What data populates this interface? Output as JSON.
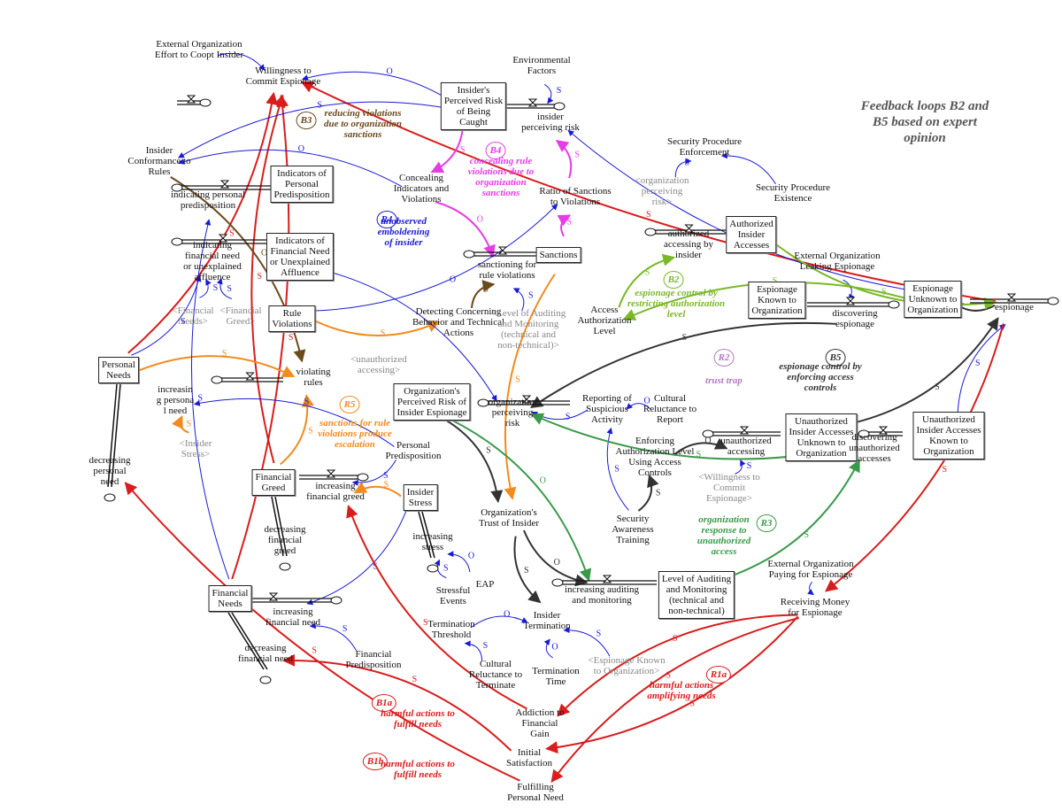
{
  "title": "Feedback loops B2 and\nB5 based on expert\nopinion",
  "colors": {
    "red": "#d91c1c",
    "blue": "#1a1ad6",
    "dark": "#333333",
    "green": "#3a9a4a",
    "lime": "#7ab828",
    "orange": "#f28a1e",
    "magenta": "#e63ce6",
    "brown": "#6b4a1c",
    "purple": "#b07ac0",
    "gray": "#888888"
  },
  "nodes": [
    {
      "id": "ext_coopt",
      "label": "External Organization\nEffort to Coopt Insider",
      "type": "text"
    },
    {
      "id": "willingness",
      "label": "Willingness to\nCommit Espionage",
      "type": "text"
    },
    {
      "id": "env_factors",
      "label": "Environmental\nFactors",
      "type": "text"
    },
    {
      "id": "perceived_risk_caught",
      "label": "Insider's\nPerceived Risk\nof Being\nCaught",
      "type": "box"
    },
    {
      "id": "insider_perceiving_risk",
      "label": "insider\nperceiving risk",
      "type": "text"
    },
    {
      "id": "conformance",
      "label": "Insider\nConformance to\nRules",
      "type": "text"
    },
    {
      "id": "indicating_personal",
      "label": "indicating personal\npredisposition",
      "type": "text"
    },
    {
      "id": "indicators_personal",
      "label": "Indicators of\nPersonal\nPredisposition",
      "type": "box"
    },
    {
      "id": "concealing",
      "label": "Concealing\nIndicators and\nViolations",
      "type": "text"
    },
    {
      "id": "ratio_sanctions",
      "label": "Ratio of Sanctions\nto Violations",
      "type": "text"
    },
    {
      "id": "sec_proc_enf",
      "label": "Security Procedure\nEnforcement",
      "type": "text"
    },
    {
      "id": "org_perc_risk_ref",
      "label": "<organization\nperceiving\nrisk>",
      "type": "gray"
    },
    {
      "id": "sec_proc_exist",
      "label": "Security Procedure\nExistence",
      "type": "text"
    },
    {
      "id": "indicating_fin",
      "label": "indicating\nfinancial need\nor unexplained\naffluence",
      "type": "text"
    },
    {
      "id": "indicators_fin",
      "label": "Indicators of\nFinancial Need\nor Unexplained\nAffluence",
      "type": "box"
    },
    {
      "id": "fin_needs_ref",
      "label": "<Financial\nNeeds>",
      "type": "gray"
    },
    {
      "id": "fin_greed_ref",
      "label": "<Financial\nGreed>",
      "type": "gray"
    },
    {
      "id": "sanctioning",
      "label": "sanctioning for\nrule violations",
      "type": "text"
    },
    {
      "id": "sanctions",
      "label": "Sanctions",
      "type": "box"
    },
    {
      "id": "authorized_accessing",
      "label": "authorized\naccessing by\ninsider",
      "type": "text"
    },
    {
      "id": "authorized_accesses",
      "label": "Authorized\nInsider\nAccesses",
      "type": "box"
    },
    {
      "id": "ext_leaking",
      "label": "External Organization\nLeaking Espionage",
      "type": "text"
    },
    {
      "id": "esp_known",
      "label": "Espionage\nKnown to\nOrganization",
      "type": "box"
    },
    {
      "id": "discovering_esp",
      "label": "discovering\nespionage",
      "type": "text"
    },
    {
      "id": "esp_unknown",
      "label": "Espionage\nUnknown to\nOrganization",
      "type": "box"
    },
    {
      "id": "espionage",
      "label": "espionage",
      "type": "text"
    },
    {
      "id": "rule_violations",
      "label": "Rule\nViolations",
      "type": "box"
    },
    {
      "id": "detecting",
      "label": "Detecting Concerning\nBehavior and Technical\nActions",
      "type": "text"
    },
    {
      "id": "level_aud_ref",
      "label": "<Level of Auditing\nand Monitoring\n(technical and\nnon-technical)>",
      "type": "gray"
    },
    {
      "id": "access_auth",
      "label": "Access\nAuthorization\nLevel",
      "type": "text"
    },
    {
      "id": "personal_needs",
      "label": "Personal\nNeeds",
      "type": "box"
    },
    {
      "id": "increasing_pn",
      "label": "increasin\ng persona\nl need",
      "type": "text"
    },
    {
      "id": "violating_rules",
      "label": "violating\nrules",
      "type": "text"
    },
    {
      "id": "unauth_acc_ref",
      "label": "<unauthorized\naccessing>",
      "type": "gray"
    },
    {
      "id": "org_perc_risk_esp",
      "label": "Organization's\nPerceived Risk of\nInsider Espionage",
      "type": "box"
    },
    {
      "id": "org_perceiving_risk",
      "label": "organization\nperceiving\nrisk",
      "type": "text"
    },
    {
      "id": "reporting",
      "label": "Reporting of\nSuspicious\nActivity",
      "type": "text"
    },
    {
      "id": "cultural_report",
      "label": "Cultural\nReluctance to\nReport",
      "type": "text"
    },
    {
      "id": "insider_stress_ref",
      "label": "<Insider\nStress>",
      "type": "gray"
    },
    {
      "id": "personal_predisp",
      "label": "Personal\nPredisposition",
      "type": "text"
    },
    {
      "id": "enforcing_auth",
      "label": "Enforcing\nAuthorization Level\nUsing Access\nControls",
      "type": "text"
    },
    {
      "id": "unauth_accessing",
      "label": "unauthorized\naccessing",
      "type": "text"
    },
    {
      "id": "unauth_unknown",
      "label": "Unauthorized\nInsider Accesses\nUnknown to\nOrganization",
      "type": "box"
    },
    {
      "id": "discovering_unauth",
      "label": "discovering\nunauthorized\naccesses",
      "type": "text"
    },
    {
      "id": "unauth_known",
      "label": "Unauthorized\nInsider Accesses\nKnown to\nOrganization",
      "type": "box"
    },
    {
      "id": "decreasing_pn",
      "label": "decreasing\npersonal\nneed",
      "type": "text"
    },
    {
      "id": "financial_greed",
      "label": "Financial\nGreed",
      "type": "box"
    },
    {
      "id": "increasing_fg",
      "label": "increasing\nfinancial greed",
      "type": "text"
    },
    {
      "id": "insider_stress",
      "label": "Insider\nStress",
      "type": "box"
    },
    {
      "id": "willingness_ref",
      "label": "<Willingness to\nCommit\nEspionage>",
      "type": "gray"
    },
    {
      "id": "org_trust",
      "label": "Organization's\nTrust of Insider",
      "type": "text"
    },
    {
      "id": "sec_aware",
      "label": "Security\nAwareness\nTraining",
      "type": "text"
    },
    {
      "id": "decreasing_fg",
      "label": "decreasing\nfinancial\ngreed",
      "type": "text"
    },
    {
      "id": "increasing_stress",
      "label": "increasing\nstress",
      "type": "text"
    },
    {
      "id": "eap",
      "label": "EAP",
      "type": "text"
    },
    {
      "id": "stressful_events",
      "label": "Stressful\nEvents",
      "type": "text"
    },
    {
      "id": "increasing_aud",
      "label": "increasing auditing\nand monitoring",
      "type": "text"
    },
    {
      "id": "level_aud",
      "label": "Level of Auditing\nand Monitoring\n(technical and\nnon-technical)",
      "type": "box"
    },
    {
      "id": "ext_paying",
      "label": "External Organization\nPaying for Espionage",
      "type": "text"
    },
    {
      "id": "receiving_money",
      "label": "Receiving Money\nfor Espionage",
      "type": "text"
    },
    {
      "id": "financial_needs",
      "label": "Financial\nNeeds",
      "type": "box"
    },
    {
      "id": "increasing_fn",
      "label": "increasing\nfinancial need",
      "type": "text"
    },
    {
      "id": "decreasing_fn",
      "label": "decreasing\nfinancial need",
      "type": "text"
    },
    {
      "id": "fin_predisp",
      "label": "Financial\nPredisposition",
      "type": "text"
    },
    {
      "id": "term_threshold",
      "label": "Termination\nThreshold",
      "type": "text"
    },
    {
      "id": "insider_term",
      "label": "Insider\nTermination",
      "type": "text"
    },
    {
      "id": "cultural_term",
      "label": "Cultural\nReluctance to\nTerminate",
      "type": "text"
    },
    {
      "id": "term_time",
      "label": "Termination\nTime",
      "type": "text"
    },
    {
      "id": "esp_known_ref",
      "label": "<Espionage Known\nto Organization>",
      "type": "gray"
    },
    {
      "id": "addiction",
      "label": "Addiction to\nFinancial\nGain",
      "type": "text"
    },
    {
      "id": "initial_sat",
      "label": "Initial\nSatisfaction",
      "type": "text"
    },
    {
      "id": "fulfilling",
      "label": "Fulfilling\nPersonal Need",
      "type": "text"
    }
  ],
  "loops": [
    {
      "id": "B3",
      "text": "reducing violations\ndue to organization\nsanctions",
      "color": "brown"
    },
    {
      "id": "B4",
      "text": "concealing rule\nviolations due to\norganization\nsanctions",
      "color": "magenta"
    },
    {
      "id": "R4",
      "text": "unobserved\nemboldening\nof insider",
      "color": "blue"
    },
    {
      "id": "B2",
      "text": "espionage control by\nrestricting authorization\nlevel",
      "color": "lime"
    },
    {
      "id": "R2",
      "text": "trust trap",
      "color": "purple"
    },
    {
      "id": "B5",
      "text": "espionage control by\nenforcing access\ncontrols",
      "color": "dark"
    },
    {
      "id": "R5",
      "text": "sanctions for rule\nviolations produce\nescalation",
      "color": "orange"
    },
    {
      "id": "R3",
      "text": "organization\nresponse to\nunauthorized\naccess",
      "color": "green"
    },
    {
      "id": "R1a",
      "text": "harmful actions\namplifying needs",
      "color": "red"
    },
    {
      "id": "B1a",
      "text": "harmful actions to\nfulfill needs",
      "color": "red"
    },
    {
      "id": "B1b",
      "text": "harmful actions to\nfulfill needs",
      "color": "red"
    }
  ],
  "edges": [
    {
      "from": "ext_coopt",
      "to": "willingness",
      "color": "blue",
      "pol": ""
    },
    {
      "from": "perceived_risk_caught",
      "to": "willingness",
      "color": "blue",
      "pol": "O"
    },
    {
      "from": "espionage",
      "to": "willingness",
      "color": "red",
      "pol": "S"
    },
    {
      "from": "personal_needs",
      "to": "willingness",
      "color": "red",
      "pol": "S"
    },
    {
      "from": "financial_greed",
      "to": "willingness",
      "color": "red",
      "pol": "S"
    },
    {
      "from": "financial_needs",
      "to": "willingness",
      "color": "red",
      "pol": "S"
    },
    {
      "from": "env_factors",
      "to": "insider_perceiving_risk",
      "color": "blue",
      "pol": "S"
    },
    {
      "from": "perceived_risk_caught",
      "to": "conformance",
      "color": "blue",
      "pol": "S"
    },
    {
      "from": "perceived_risk_caught",
      "to": "concealing",
      "color": "magenta",
      "pol": "S"
    },
    {
      "from": "ratio_sanctions",
      "to": "insider_perceiving_risk",
      "color": "magenta",
      "pol": "S"
    },
    {
      "from": "esp_unknown",
      "to": "insider_perceiving_risk",
      "color": "blue",
      "pol": "S"
    },
    {
      "from": "sec_proc_exist",
      "to": "sec_proc_enf",
      "color": "blue",
      "pol": ""
    },
    {
      "from": "org_perc_risk_ref",
      "to": "sec_proc_enf",
      "color": "blue",
      "pol": "S"
    },
    {
      "from": "concealing",
      "to": "conformance",
      "color": "blue",
      "pol": "O"
    },
    {
      "from": "concealing",
      "to": "sanctioning",
      "color": "magenta",
      "pol": "O"
    },
    {
      "from": "rule_violations",
      "to": "ratio_sanctions",
      "color": "blue",
      "pol": "O"
    },
    {
      "from": "sanctions",
      "to": "ratio_sanctions",
      "color": "magenta",
      "pol": "S"
    },
    {
      "from": "rule_violations",
      "to": "detecting",
      "color": "orange",
      "pol": "S"
    },
    {
      "from": "detecting",
      "to": "sanctioning",
      "color": "brown",
      "pol": "S"
    },
    {
      "from": "level_aud_ref",
      "to": "sanctioning",
      "color": "blue",
      "pol": "S"
    },
    {
      "from": "conformance",
      "to": "violating_rules",
      "color": "brown",
      "pol": "O"
    },
    {
      "from": "sanctions",
      "to": "org_trust",
      "color": "orange",
      "pol": "S"
    },
    {
      "from": "access_auth",
      "to": "authorized_accessing",
      "color": "lime",
      "pol": "S"
    },
    {
      "from": "esp_unknown",
      "to": "access_auth",
      "color": "lime",
      "pol": "S"
    },
    {
      "from": "ext_leaking",
      "to": "discovering_esp",
      "color": "blue",
      "pol": ""
    },
    {
      "from": "discovering_esp",
      "to": "org_perceiving_risk",
      "color": "dark",
      "pol": "S"
    },
    {
      "from": "personal_needs",
      "to": "violating_rules",
      "color": "orange",
      "pol": "S"
    },
    {
      "from": "financial_greed",
      "to": "violating_rules",
      "color": "orange",
      "pol": "S"
    },
    {
      "from": "insider_stress_ref",
      "to": "increasing_pn",
      "color": "orange",
      "pol": "S"
    },
    {
      "from": "personal_predisp",
      "to": "increasing_pn",
      "color": "blue",
      "pol": "S"
    },
    {
      "from": "reporting",
      "to": "org_perceiving_risk",
      "color": "blue",
      "pol": "S"
    },
    {
      "from": "cultural_report",
      "to": "reporting",
      "color": "blue",
      "pol": "O"
    },
    {
      "from": "sec_aware",
      "to": "reporting",
      "color": "blue",
      "pol": "S"
    },
    {
      "from": "sec_aware",
      "to": "enforcing_auth",
      "color": "dark",
      "pol": "S"
    },
    {
      "from": "enforcing_auth",
      "to": "unauth_accessing",
      "color": "dark",
      "pol": "O"
    },
    {
      "from": "willingness_ref",
      "to": "unauth_accessing",
      "color": "blue",
      "pol": "S"
    },
    {
      "from": "discovering_unauth",
      "to": "org_perceiving_risk",
      "color": "green",
      "pol": "S"
    },
    {
      "from": "level_aud",
      "to": "discovering_unauth",
      "color": "green",
      "pol": "S"
    },
    {
      "from": "unauth_known",
      "to": "espionage",
      "color": "blue",
      "pol": "S"
    },
    {
      "from": "unauth_unknown",
      "to": "espionage",
      "color": "dark",
      "pol": "S"
    },
    {
      "from": "org_perc_risk_esp",
      "to": "org_trust",
      "color": "dark",
      "pol": "S"
    },
    {
      "from": "org_trust",
      "to": "increasing_aud",
      "color": "dark",
      "pol": "O"
    },
    {
      "from": "org_perc_risk_esp",
      "to": "increasing_aud",
      "color": "green",
      "pol": "O"
    },
    {
      "from": "eap",
      "to": "increasing_stress",
      "color": "blue",
      "pol": "O"
    },
    {
      "from": "stressful_events",
      "to": "increasing_stress",
      "color": "blue",
      "pol": "S"
    },
    {
      "from": "insider_stress",
      "to": "increasing_fg",
      "color": "orange",
      "pol": "S"
    },
    {
      "from": "insider_stress",
      "to": "increasing_fn",
      "color": "blue",
      "pol": "S"
    },
    {
      "from": "ext_paying",
      "to": "receiving_money",
      "color": "blue",
      "pol": ""
    },
    {
      "from": "espionage",
      "to": "receiving_money",
      "color": "red",
      "pol": "S"
    },
    {
      "from": "receiving_money",
      "to": "addiction",
      "color": "red",
      "pol": "S"
    },
    {
      "from": "receiving_money",
      "to": "initial_sat",
      "color": "red",
      "pol": "S"
    },
    {
      "from": "receiving_money",
      "to": "fulfilling",
      "color": "red",
      "pol": "S"
    },
    {
      "from": "addiction",
      "to": "increasing_fg",
      "color": "red",
      "pol": "S"
    },
    {
      "from": "initial_sat",
      "to": "decreasing_fn",
      "color": "red",
      "pol": "S"
    },
    {
      "from": "fulfilling",
      "to": "decreasing_pn",
      "color": "red",
      "pol": "S"
    },
    {
      "from": "fin_predisp",
      "to": "increasing_fn",
      "color": "blue",
      "pol": "S"
    },
    {
      "from": "personal_predisp",
      "to": "increasing_fg",
      "color": "blue",
      "pol": "S"
    },
    {
      "from": "org_trust",
      "to": "insider_term",
      "color": "dark",
      "pol": "S"
    },
    {
      "from": "term_threshold",
      "to": "insider_term",
      "color": "blue",
      "pol": "O"
    },
    {
      "from": "cultural_term",
      "to": "term_threshold",
      "color": "blue",
      "pol": "S"
    },
    {
      "from": "term_time",
      "to": "insider_term",
      "color": "blue",
      "pol": "O"
    },
    {
      "from": "esp_known_ref",
      "to": "insider_term",
      "color": "blue",
      "pol": "S"
    },
    {
      "from": "espionage",
      "to": "esp_unknown",
      "color": "dark",
      "pol": ""
    },
    {
      "from": "authorized_accesses",
      "to": "espionage",
      "color": "lime",
      "pol": "S"
    },
    {
      "from": "indicators_fin",
      "to": "org_perceiving_risk",
      "color": "blue",
      "pol": ""
    },
    {
      "from": "personal_needs",
      "to": "indicating_fin",
      "color": "blue",
      "pol": "S"
    },
    {
      "from": "financial_needs",
      "to": "indicating_personal",
      "color": "blue",
      "pol": "S"
    },
    {
      "from": "fin_needs_ref",
      "to": "indicating_fin",
      "color": "blue",
      "pol": "S"
    },
    {
      "from": "fin_greed_ref",
      "to": "indicating_fin",
      "color": "blue",
      "pol": "S"
    }
  ]
}
